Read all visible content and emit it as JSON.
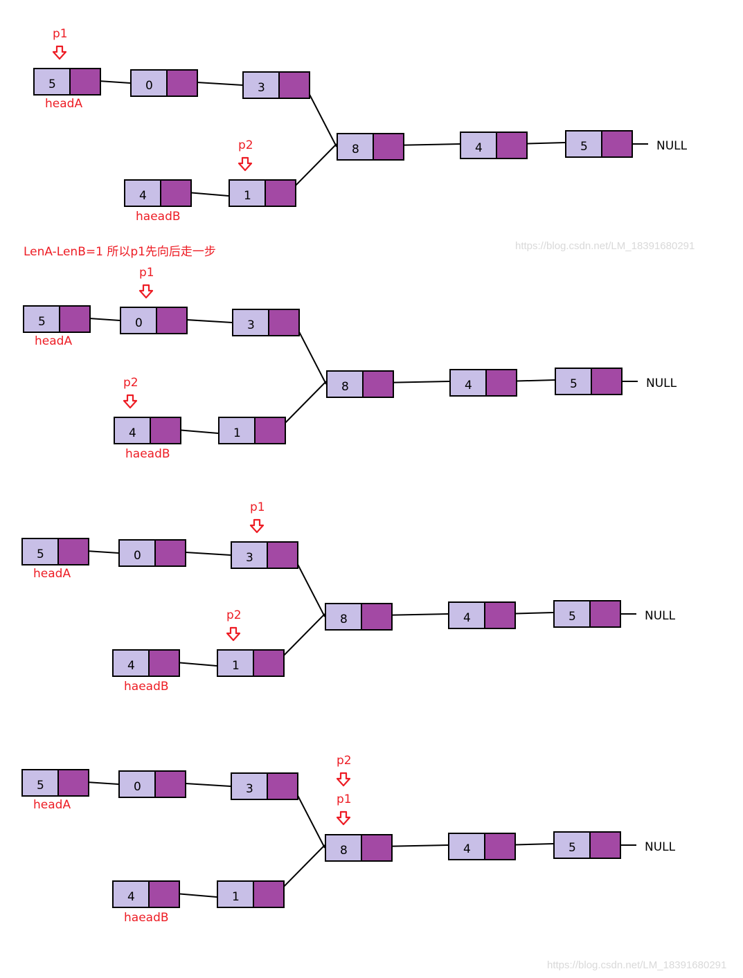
{
  "caption": "LenA-LenB=1 所以p1先向后走一步",
  "watermark_1": "https://blog.csdn.net/LM_18391680291",
  "watermark_2": "https://blog.csdn.net/LM_18391680291",
  "colors": {
    "node_value_fill": "#c8bfe7",
    "node_pointer_fill": "#a349a4",
    "label_red": "#ed1c24",
    "border": "#000000"
  },
  "list_a_values": [
    "5",
    "0",
    "3"
  ],
  "list_b_values": [
    "4",
    "1"
  ],
  "shared_values": [
    "8",
    "4",
    "5"
  ],
  "labels": {
    "head_a": "headA",
    "head_b": "haeadB",
    "null": "NULL"
  },
  "steps": [
    {
      "pointers": [
        {
          "name": "p1",
          "node": "a0"
        },
        {
          "name": "p2",
          "node": "b1"
        }
      ]
    },
    {
      "pointers": [
        {
          "name": "p1",
          "node": "a1"
        },
        {
          "name": "p2",
          "node": "b0"
        }
      ]
    },
    {
      "pointers": [
        {
          "name": "p1",
          "node": "a2"
        },
        {
          "name": "p2",
          "node": "b1"
        }
      ]
    },
    {
      "pointers": [
        {
          "name": "p2",
          "node": "s0",
          "stack": 0
        },
        {
          "name": "p1",
          "node": "s0",
          "stack": 1
        }
      ]
    }
  ]
}
